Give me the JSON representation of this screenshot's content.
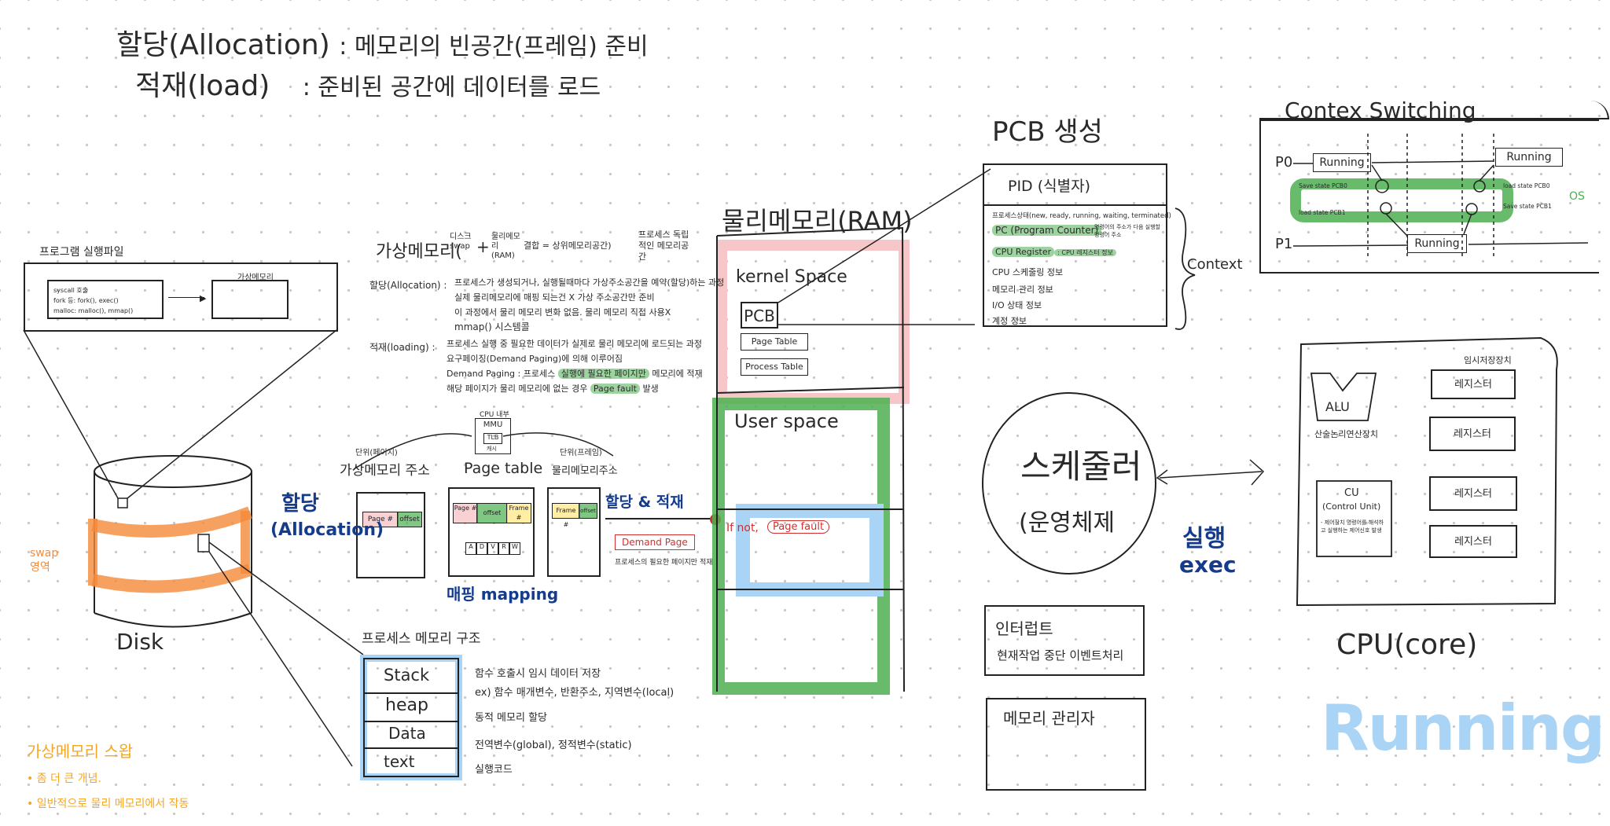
{
  "header": {
    "line1_term": "할당(Allocation)",
    "line1_desc": ": 메모리의 빈공간(프레임) 준비",
    "line2_term": "적재(load)",
    "line2_desc": ": 준비된 공간에 데이터를 로드"
  },
  "program": {
    "title": "프로그램 실행파일",
    "code_lines": [
      "syscall 호출",
      "fork 등: fork(), exec()",
      "malloc: malloc(), mmap()"
    ],
    "vm_label": "가상메모리"
  },
  "disk": {
    "label": "Disk",
    "swap_label": "swap 영역"
  },
  "vm_note": {
    "title": "가상메모리 스왑",
    "items": [
      "• 좀 더 큰 개념.",
      "• 일반적으로 물리 메모리에서 작동"
    ]
  },
  "virtual_memory": {
    "title": "가상메모리(",
    "title_parts": [
      "디스크 swap",
      "+",
      "물리메모리 (RAM)",
      "결합 = 상위메모리공간)",
      "프로세스 독립적인 메모리공간"
    ],
    "alloc_label": "할당(Allocation) :",
    "alloc_lines": [
      "프로세스가 생성되거나, 실행될때마다 가상주소공간을 예약(할당)하는 과정",
      "실제 물리메모리에 매핑 되는건 X  가상 주소공간만 준비",
      "이 과정에서 물리 메모리 변화 없음. 물리 메모리 직접 사용X",
      "mmap() 시스템콜"
    ],
    "load_label": "적재(loading) :",
    "load_lines": [
      "프로세스 실행 중 필요한 데이터가 실제로 물리 메모리에 로드되는 과정",
      "요구페이징(Demand Paging)에 의해 이루어짐",
      "Demand Paging : 프로세스",
      "실행에 필요한 페이지만",
      "메모리에 적재",
      "해당 페이지가 물리 메모리에 없는 경우",
      "Page fault",
      "발생"
    ]
  },
  "mapping": {
    "left_title": "가상메모리 주소",
    "left_sub": "단위(페이지)",
    "mid_title": "Page table",
    "right_title": "물리메모리주소",
    "right_sub": "단위(프레임)",
    "page_cells": [
      "Page #",
      "offset"
    ],
    "pt_cells": [
      "Page #",
      "offset",
      "Frame #"
    ],
    "pt_bits": [
      "A",
      "D",
      "V",
      "R",
      "W"
    ],
    "frame_cells": [
      "Frame #",
      "offset"
    ],
    "cpu_label": "CPU 내부",
    "mmu_label": "MMU",
    "tlb_label": "TLB",
    "mmu_sub": "캐시",
    "alloc_tag": "할당",
    "alloc_tag_en": "(Allocation)",
    "load_tag": "할당 & 적재",
    "mapping_tag": "매핑 mapping",
    "demand_page": "Demand Page",
    "demand_note": "프로세스의 필요한 페이지만 적재"
  },
  "process_memory": {
    "title": "프로세스 메모리 구조",
    "segments": [
      "Stack",
      "heap",
      "Data",
      "text"
    ],
    "descs": [
      "함수 호출시 임시 데이터 저장",
      "ex) 함수 매개변수, 반환주소, 지역변수(local)",
      "동적 메모리 할당",
      "전역변수(global), 정적변수(static)",
      "실행코드"
    ]
  },
  "ram": {
    "title": "물리메모리(RAM)",
    "kernel_label": "kernel Space",
    "pcb_label": "PCB",
    "page_table_label": "Page Table",
    "process_table_label": "Process Table",
    "user_label": "User space",
    "ifnot_label": "If not,",
    "pagefault_label": "Page fault"
  },
  "pcb": {
    "title": "PCB 생성",
    "pid": "PID (식별자)",
    "rows": [
      "프로세스상태(new, ready, running, waiting, terminated)",
      "PC (Program Counter)",
      "CPU Register",
      "CPU 스케줄링 정보",
      "메모리 관리 정보",
      "I/O 상태 정보",
      "계정 정보"
    ],
    "pc_note": "명령어의 주소가 다음 실행할 명령어 주소",
    "reg_note": ": CPU 레지스터 정보",
    "context": "Context"
  },
  "context_switch": {
    "title": "Contex Switching",
    "p0": "P0",
    "p1": "P1",
    "running": "Running",
    "save0": "Save state PCB0",
    "load1": "load state PCB1",
    "load0": "load state PCB0",
    "save1": "Save state PCB1",
    "os": "OS"
  },
  "scheduler": {
    "label": "스케줄러",
    "sub": "(운영체제"
  },
  "exec": {
    "label": "실행",
    "sub": "exec"
  },
  "interrupt": {
    "title": "인터럽트",
    "desc": "현재작업 중단 이벤트처리"
  },
  "mem_mgr": {
    "title": "메모리 관리자"
  },
  "cpu": {
    "alu": "ALU",
    "alu_sub": "산술논리연산장치",
    "cu": "CU",
    "cu_en": "(Control Unit)",
    "cu_sub": "- 제어장치 명령어를 해석하고 실행하는 제어신호 발생",
    "reg_header": "임시저장장치",
    "regs": [
      "레지스터",
      "레지스터",
      "레지스터",
      "레지스터"
    ],
    "label": "CPU(core)",
    "running": "Running"
  },
  "colors": {
    "green": "#4caf50",
    "orange": "#f58a3a",
    "blue": "#a9d4f5",
    "pink": "#f7c6c9",
    "navy": "#153c8c",
    "red": "#d32f2f"
  }
}
